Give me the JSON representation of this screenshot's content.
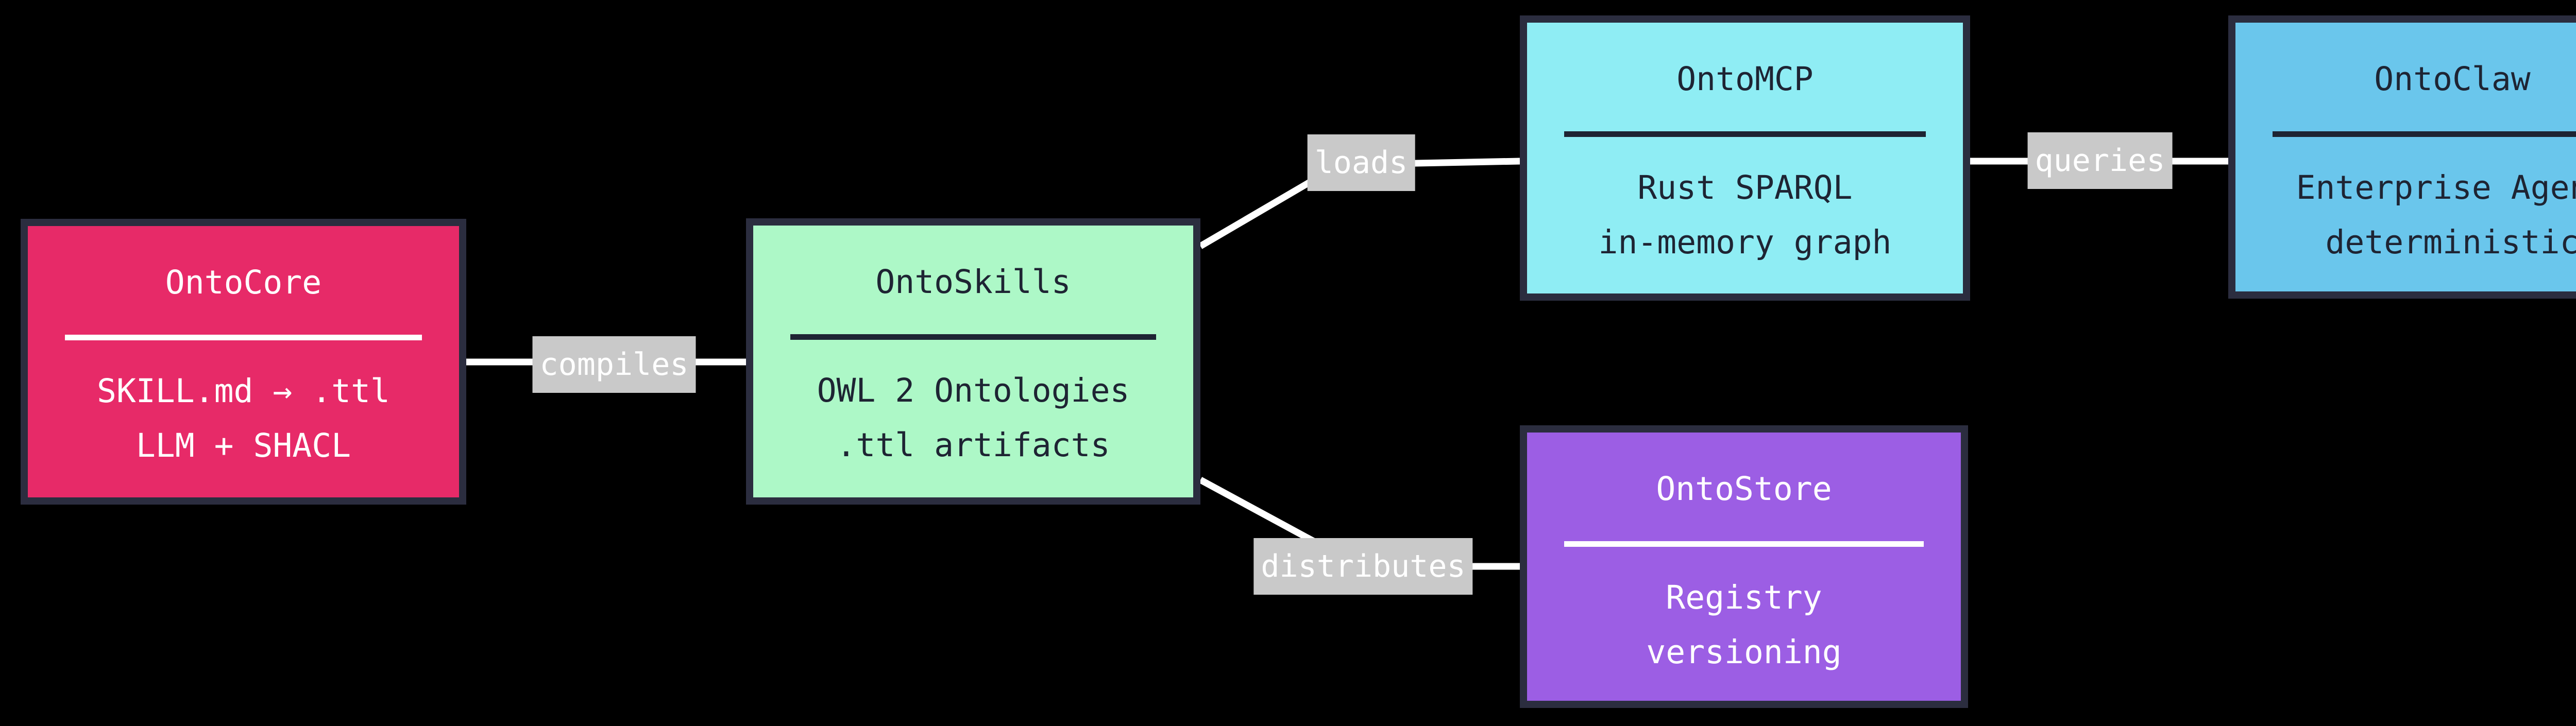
{
  "diagram": {
    "background_color": "#000000",
    "edge_style": {
      "line_color": "#FFFFFF",
      "label_background": "#C9C9C9",
      "label_text_color": "#FFFFFF"
    },
    "nodes": [
      {
        "id": "ontocore",
        "title": "OntoCore",
        "lines": [
          "SKILL.md → .ttl",
          "LLM + SHACL"
        ],
        "fill": "#E72A68",
        "text_color": "#FFFFFF",
        "divider_color": "#FFFFFF",
        "border_color": "#2B2D3F"
      },
      {
        "id": "ontoskills",
        "title": "OntoSkills",
        "lines": [
          "OWL 2 Ontologies",
          ".ttl artifacts"
        ],
        "fill": "#ADF8C7",
        "text_color": "#1E2433",
        "divider_color": "#1E2433",
        "border_color": "#2B2D3F"
      },
      {
        "id": "ontomcp",
        "title": "OntoMCP",
        "lines": [
          "Rust SPARQL",
          "in-memory graph"
        ],
        "fill": "#8FEDF4",
        "text_color": "#1E2433",
        "divider_color": "#1E2433",
        "border_color": "#2B2D3F"
      },
      {
        "id": "ontoclaw",
        "title": "OntoClaw",
        "lines": [
          "Enterprise Agent",
          "deterministic"
        ],
        "fill": "#6AC6EC",
        "text_color": "#1E2433",
        "divider_color": "#1E2433",
        "border_color": "#2B2D3F"
      },
      {
        "id": "ontostore",
        "title": "OntoStore",
        "lines": [
          "Registry",
          "versioning"
        ],
        "fill": "#9C5EE4",
        "text_color": "#FFFFFF",
        "divider_color": "#FFFFFF",
        "border_color": "#2B2D3F"
      }
    ],
    "edges": [
      {
        "from": "ontocore",
        "to": "ontoskills",
        "label": "compiles"
      },
      {
        "from": "ontoskills",
        "to": "ontomcp",
        "label": "loads"
      },
      {
        "from": "ontomcp",
        "to": "ontoclaw",
        "label": "queries"
      },
      {
        "from": "ontoskills",
        "to": "ontostore",
        "label": "distributes"
      }
    ]
  }
}
